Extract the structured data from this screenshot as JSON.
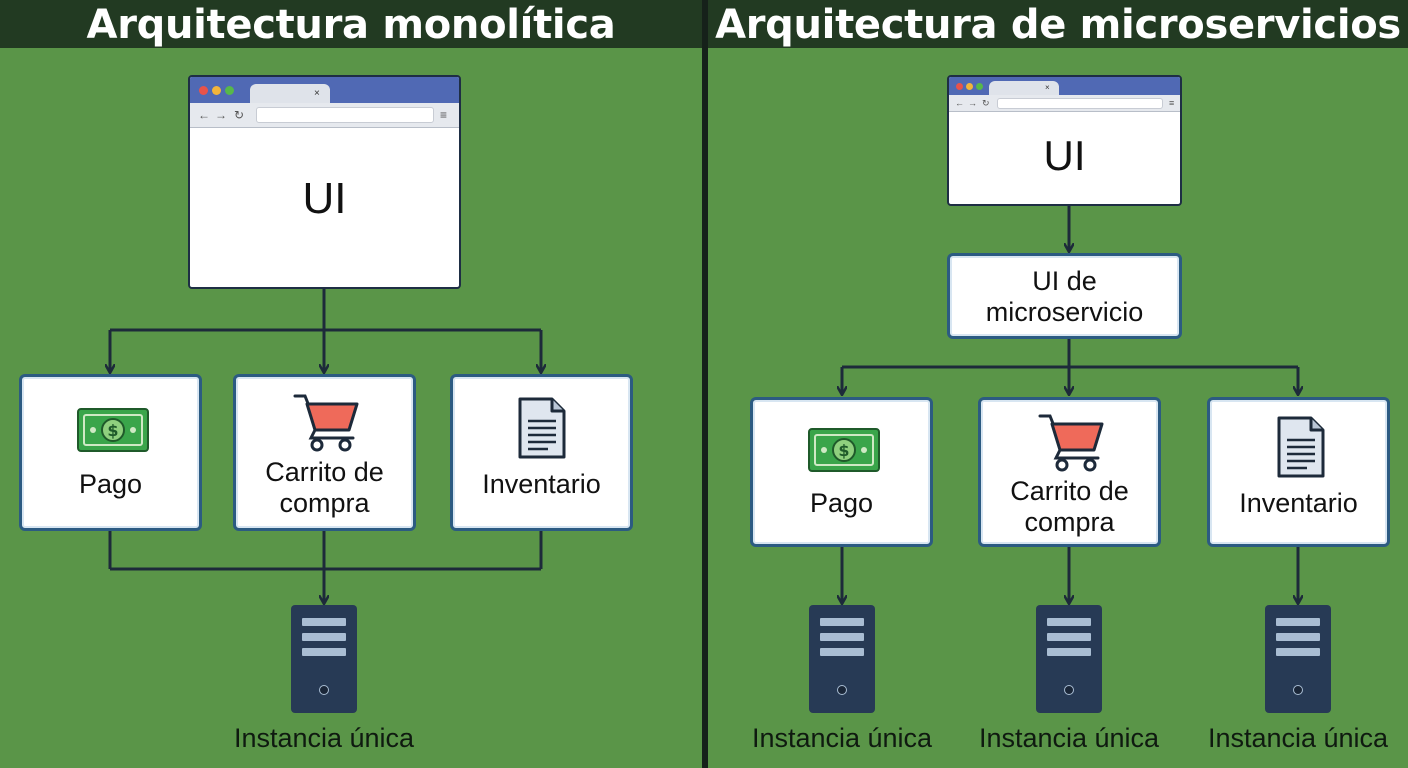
{
  "left_panel": {
    "title": "Arquitectura monolítica",
    "ui_label": "UI",
    "modules": [
      {
        "label": "Pago",
        "icon": "money-icon"
      },
      {
        "label": "Carrito de\ncompra",
        "icon": "shopping-cart-icon"
      },
      {
        "label": "Inventario",
        "icon": "document-icon"
      }
    ],
    "server_caption": "Instancia única"
  },
  "right_panel": {
    "title": "Arquitectura de microservicios",
    "ui_label": "UI",
    "gateway_label": "UI de\nmicroservicio",
    "services": [
      {
        "label": "Pago",
        "icon": "money-icon",
        "server_caption": "Instancia única"
      },
      {
        "label": "Carrito de\ncompra",
        "icon": "shopping-cart-icon",
        "server_caption": "Instancia única"
      },
      {
        "label": "Inventario",
        "icon": "document-icon",
        "server_caption": "Instancia única"
      }
    ]
  },
  "colors": {
    "background": "#5a9548",
    "title_bar": "#223a22",
    "box_border": "#2c5b82",
    "connector": "#1d2a3a",
    "server": "#273a55",
    "browser_chrome": "#5069b4",
    "cart_basket": "#ef6a5a",
    "money": "#3aa54a"
  }
}
